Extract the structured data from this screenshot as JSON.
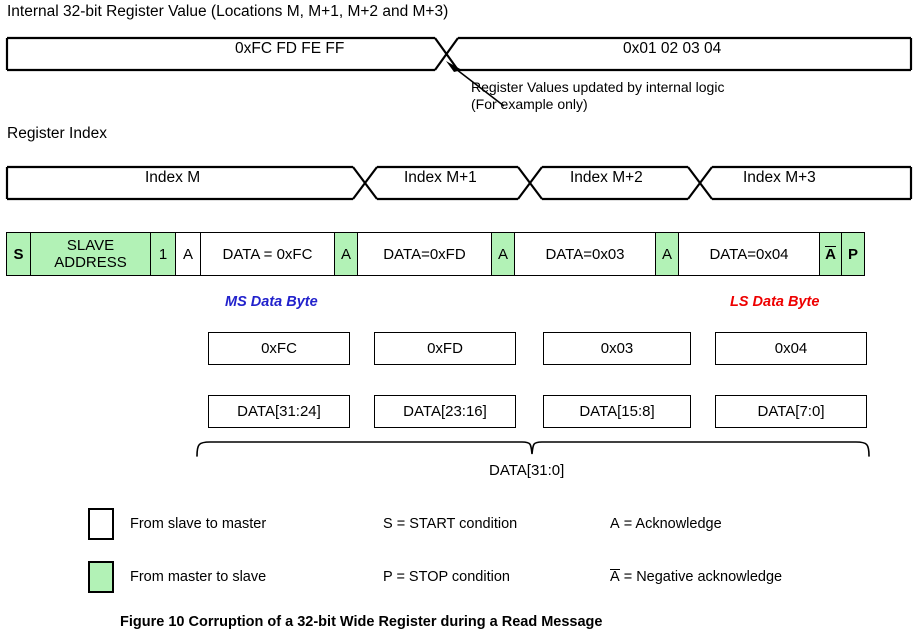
{
  "figure": {
    "caption": "Figure 10 Corruption of a 32-bit Wide Register during a Read Message"
  },
  "register_value_section": {
    "title": "Internal 32-bit Register Value (Locations M, M+1, M+2 and M+3)",
    "segments": [
      {
        "label": "0xFC FD FE FF"
      },
      {
        "label": "0x01 02 03 04"
      }
    ],
    "annotation_line1": "Register Values updated by internal logic",
    "annotation_line2": "(For example only)"
  },
  "register_index_section": {
    "title": "Register Index",
    "segments": [
      {
        "label": "Index M"
      },
      {
        "label": "Index M+1"
      },
      {
        "label": "Index M+2"
      },
      {
        "label": "Index M+3"
      }
    ]
  },
  "i2c_frame": {
    "cells": [
      {
        "label": "S",
        "fill": "green",
        "bold": true,
        "overbar": false
      },
      {
        "label": "SLAVE\nADDRESS",
        "fill": "green",
        "bold": false,
        "overbar": false
      },
      {
        "label": "1",
        "fill": "green",
        "bold": false,
        "overbar": false
      },
      {
        "label": "A",
        "fill": "white",
        "bold": false,
        "overbar": false
      },
      {
        "label": "DATA = 0xFC",
        "fill": "white",
        "bold": false,
        "overbar": false
      },
      {
        "label": "A",
        "fill": "green",
        "bold": false,
        "overbar": false
      },
      {
        "label": "DATA=0xFD",
        "fill": "white",
        "bold": false,
        "overbar": false
      },
      {
        "label": "A",
        "fill": "green",
        "bold": false,
        "overbar": false
      },
      {
        "label": "DATA=0x03",
        "fill": "white",
        "bold": false,
        "overbar": false
      },
      {
        "label": "A",
        "fill": "green",
        "bold": false,
        "overbar": false
      },
      {
        "label": "DATA=0x04",
        "fill": "white",
        "bold": false,
        "overbar": false
      },
      {
        "label": "A",
        "fill": "green",
        "bold": true,
        "overbar": true
      },
      {
        "label": "P",
        "fill": "green",
        "bold": true,
        "overbar": false
      }
    ]
  },
  "byte_labels": {
    "ms": "MS Data Byte",
    "ls": "LS Data Byte",
    "ms_color": "#2222cc",
    "ls_color": "#ee0000"
  },
  "byte_values": [
    "0xFC",
    "0xFD",
    "0x03",
    "0x04"
  ],
  "bit_fields": [
    "DATA[31:24]",
    "DATA[23:16]",
    "DATA[15:8]",
    "DATA[7:0]"
  ],
  "brace_label": "DATA[31:0]",
  "legend": {
    "swatches": [
      {
        "fill": "white",
        "label": "From slave to master"
      },
      {
        "fill": "green",
        "label": "From master to slave"
      }
    ],
    "conditions": [
      "S = START condition",
      "P = STOP condition"
    ],
    "acks": [
      {
        "symbol": "A",
        "overbar": false,
        "text": "= Acknowledge"
      },
      {
        "symbol": "A",
        "overbar": true,
        "text": "= Negative acknowledge"
      }
    ]
  },
  "colors": {
    "master_to_slave_fill": "#b2f2b6",
    "slave_to_master_fill": "#ffffff",
    "stroke": "#000000"
  }
}
